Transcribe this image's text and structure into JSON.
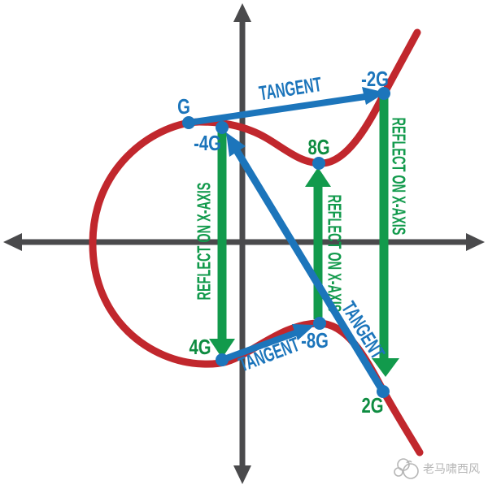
{
  "colors": {
    "background": "#ffffff",
    "curve_red": "#c1272d",
    "tangent_blue": "#1c75bb",
    "reflect_green": "#129a4c",
    "label_blue": "#1c75bb",
    "label_green": "#0e8c41",
    "axis_gray": "#4a4a4c",
    "watermark_gray": "#b6b6b6"
  },
  "diagram": {
    "point_labels": {
      "g": "G",
      "minus4g": "-4G",
      "plus8g": "8G",
      "minus2g": "-2G",
      "plus4g": "4G",
      "minus8g": "-8G",
      "plus2g": "2G"
    },
    "operation_labels": {
      "tangent_top": "TANGENT",
      "tangent_diagonal": "TANGENT",
      "tangent_bottom": "TANGENT",
      "reflect_left": "REFLECT ON X-AXIS",
      "reflect_middle": "REFLECT ON X-AXIS",
      "reflect_right": "REFLECT ON X-AXIS"
    }
  },
  "watermark": {
    "text": "老马啸西风",
    "icon": "mascot-icon"
  }
}
